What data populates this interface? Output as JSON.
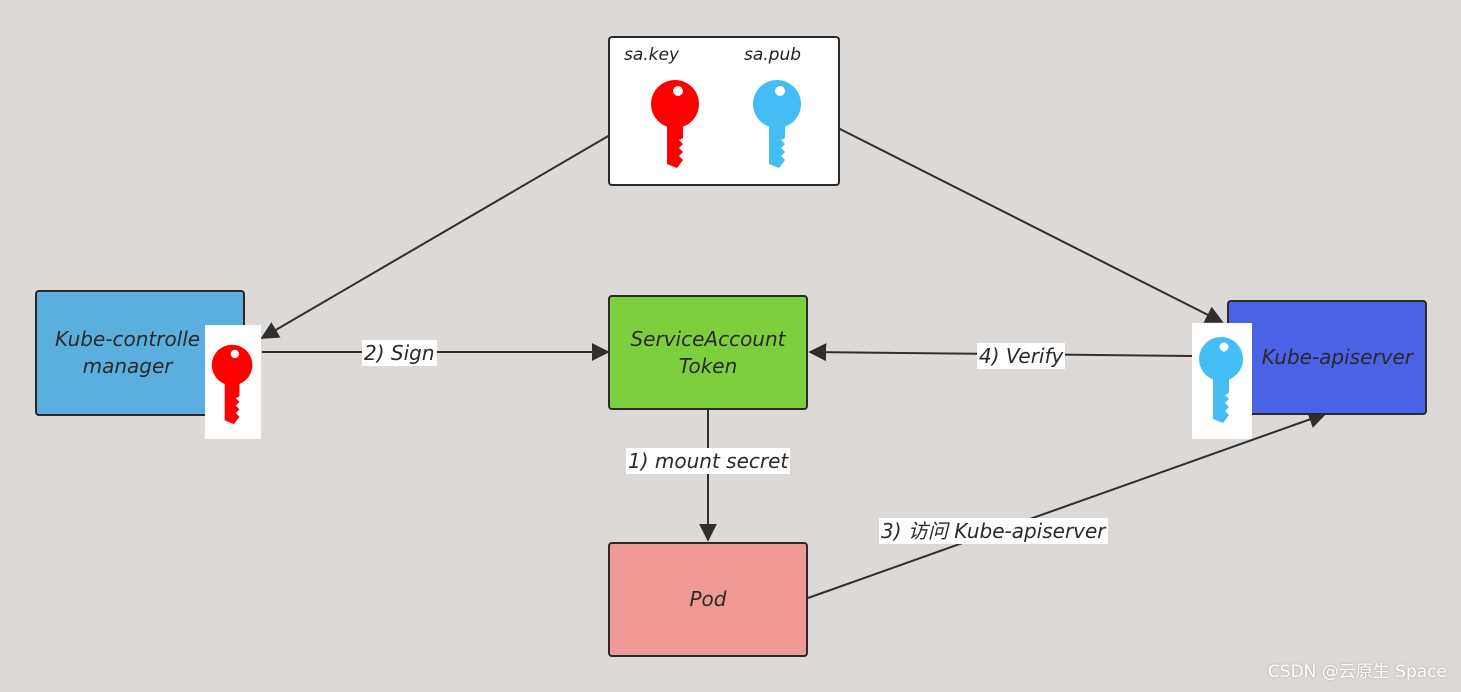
{
  "keys": {
    "private_label": "sa.key",
    "public_label": "sa.pub",
    "private_color": "#ff0000",
    "public_color": "#44bdf5"
  },
  "nodes": {
    "controller_manager": {
      "label_line1": "Kube-controlle",
      "label_line2": "manager",
      "color": "#5aafdf"
    },
    "sa_token": {
      "label_line1": "ServiceAccount",
      "label_line2": "Token",
      "color": "#7ecf3e"
    },
    "apiserver": {
      "label": "Kube-apiserver",
      "color": "#4a63e6"
    },
    "pod": {
      "label": "Pod",
      "color": "#f09896"
    }
  },
  "edges": {
    "sign": "2) Sign",
    "verify": "4) Verify",
    "mount_secret": "1) mount secret",
    "access_apiserver": "3) 访问 Kube-apiserver"
  },
  "watermark": "CSDN @云原生 Space"
}
